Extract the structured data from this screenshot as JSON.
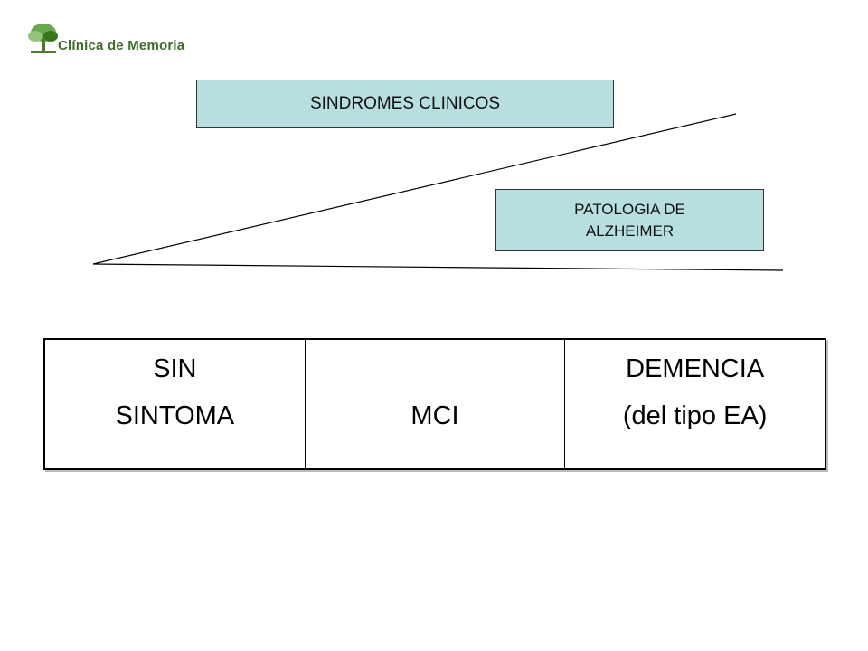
{
  "logo": {
    "text": "Clínica de Memoria",
    "icon": "tree-icon",
    "color": "#3d6b2c"
  },
  "diagram": {
    "top_label": "SINDROMES CLINICOS",
    "bottom_label_line1": "PATOLOGIA DE",
    "bottom_label_line2": "ALZHEIMER",
    "box_fill": "#b8dfe0"
  },
  "stages": {
    "col1_line1": "SIN",
    "col1_line2": "SINTOMA",
    "col2": "MCI",
    "col3_line1": "DEMENCIA",
    "col3_line2": "(del tipo EA)"
  }
}
